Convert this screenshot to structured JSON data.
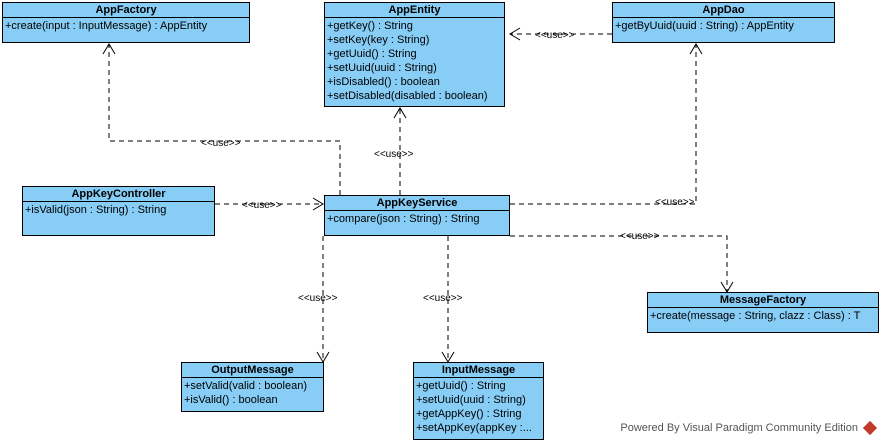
{
  "use_label": "<<use>>",
  "classes": {
    "app_factory": {
      "name": "AppFactory",
      "ops": [
        "+create(input : InputMessage) : AppEntity"
      ]
    },
    "app_entity": {
      "name": "AppEntity",
      "ops": [
        "+getKey() : String",
        "+setKey(key : String)",
        "+getUuid() : String",
        "+setUuid(uuid : String)",
        "+isDisabled() : boolean",
        "+setDisabled(disabled : boolean)"
      ]
    },
    "app_dao": {
      "name": "AppDao",
      "ops": [
        "+getByUuid(uuid : String) : AppEntity"
      ]
    },
    "app_key_controller": {
      "name": "AppKeyController",
      "ops": [
        "+isValid(json : String) : String"
      ]
    },
    "app_key_service": {
      "name": "AppKeyService",
      "ops": [
        "+compare(json : String) : String"
      ]
    },
    "message_factory": {
      "name": "MessageFactory",
      "ops": [
        "+create(message : String, clazz : Class) : T"
      ]
    },
    "output_message": {
      "name": "OutputMessage",
      "ops": [
        "+setValid(valid : boolean)",
        "+isValid() : boolean"
      ]
    },
    "input_message": {
      "name": "InputMessage",
      "ops": [
        "+getUuid() : String",
        "+setUuid(uuid : String)",
        "+getAppKey() : String",
        "+setAppKey(appKey :..."
      ]
    }
  },
  "footer": {
    "text": "Powered By Visual Paradigm Community Edition"
  }
}
